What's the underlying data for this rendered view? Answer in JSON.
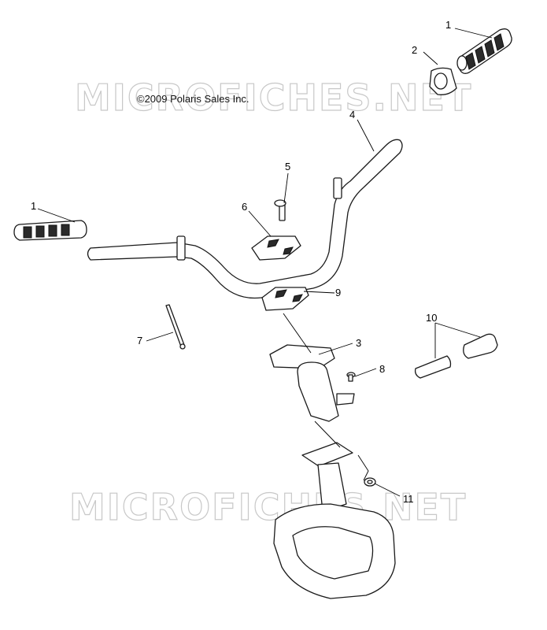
{
  "copyright": "©2009 Polaris Sales Inc.",
  "watermark": "MICROFICHES.NET",
  "callouts": [
    "1",
    "2",
    "4",
    "5",
    "6",
    "1",
    "9",
    "7",
    "3",
    "8",
    "10",
    "11"
  ],
  "parts": [
    "grip",
    "grip-plug",
    "handlebar",
    "bolt",
    "upper-clamp",
    "grip",
    "lower-clamp",
    "rod",
    "mount-bracket",
    "screw",
    "sleeve",
    "nut",
    "fuel-tank-housing"
  ]
}
